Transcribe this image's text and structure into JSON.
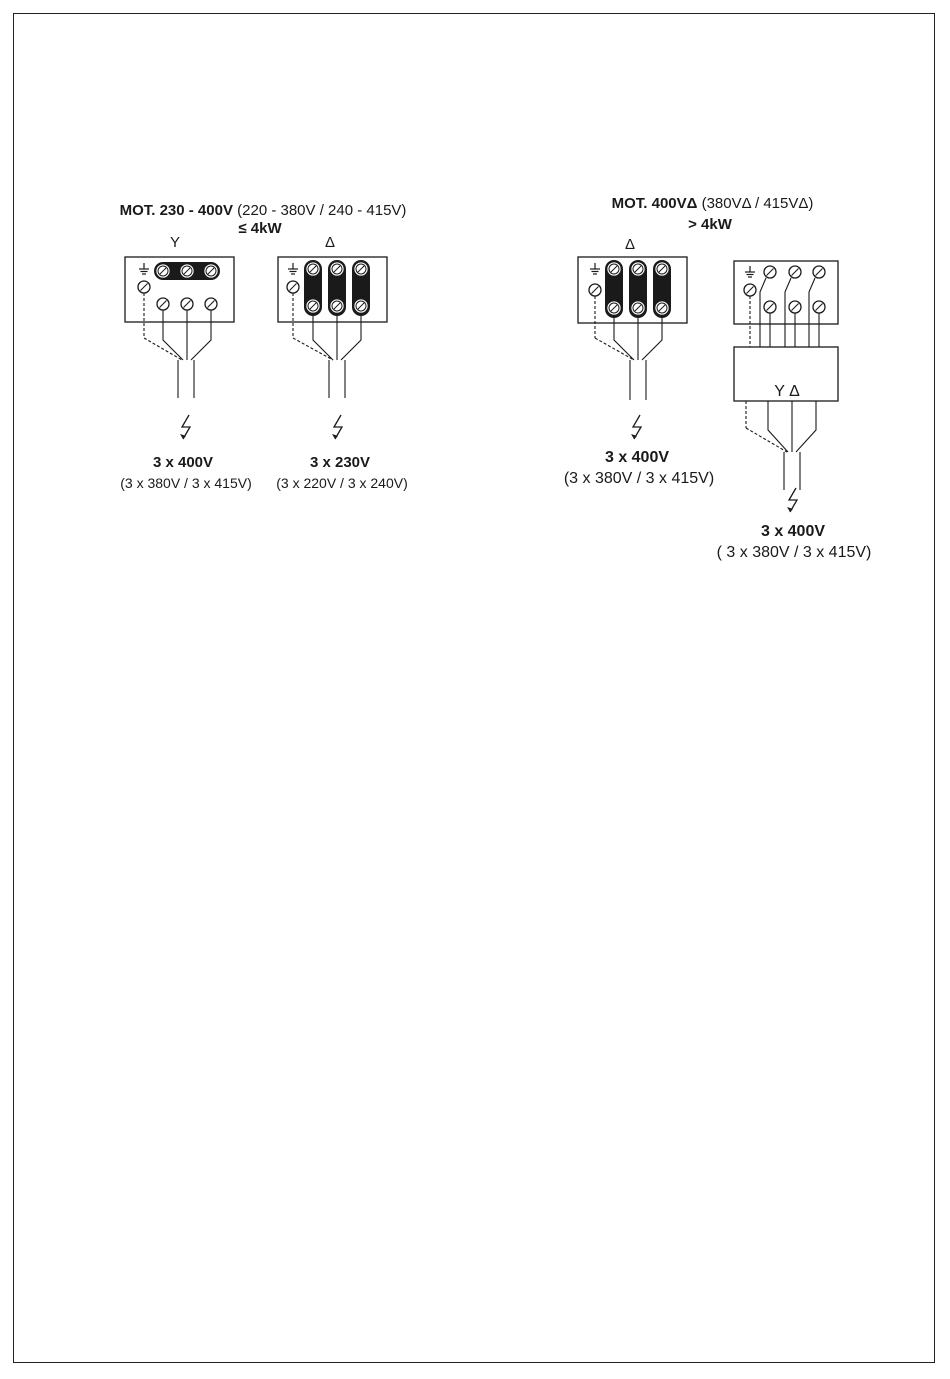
{
  "group_left": {
    "title_bold": "MOT. 230 - 400V",
    "title_rest": "(220 - 380V / 240 - 415V)",
    "power": "≤ 4kW",
    "diagram_y": {
      "connection_label": "Y",
      "voltage": "3 x 400V",
      "voltage_alt": "(3 x 380V / 3 x 415V)"
    },
    "diagram_delta": {
      "connection_label": "Δ",
      "voltage": "3 x 230V",
      "voltage_alt": "(3 x 220V / 3 x 240V)"
    }
  },
  "group_right": {
    "title_bold": "MOT. 400VΔ",
    "title_rest": "(380VΔ / 415VΔ)",
    "power": "> 4kW",
    "diagram_delta": {
      "connection_label": "Δ",
      "voltage": "3 x 400V",
      "voltage_alt": "(3 x 380V / 3 x 415V)"
    },
    "diagram_star_delta": {
      "switch_label": "Y Δ",
      "voltage": "3 x 400V",
      "voltage_alt": "( 3 x 380V / 3 x 415V)"
    }
  },
  "icons": [
    "ground-icon",
    "terminal-screw-icon",
    "lightning-icon"
  ],
  "colors": {
    "ink": "#1a1a1a",
    "paper": "#ffffff"
  }
}
